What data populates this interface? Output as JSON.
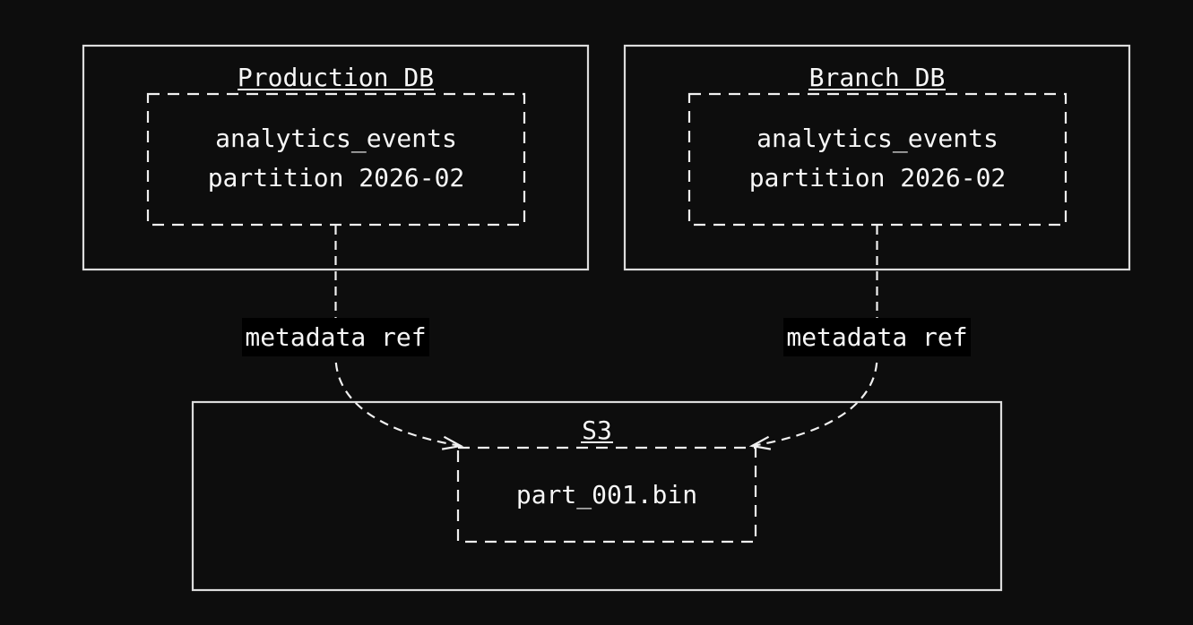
{
  "diagram": {
    "type": "flowchart",
    "colors": {
      "background": "#0d0d0d",
      "subgraph_stroke": "#dcdcdc",
      "node_stroke": "#f0f0f0",
      "text": "#f7f7f7",
      "edge_label_background": "#000000"
    },
    "subgraphs": [
      {
        "title": "Production DB",
        "node": {
          "lines": [
            "analytics_events",
            "partition 2026-02"
          ]
        }
      },
      {
        "title": "Branch DB",
        "node": {
          "lines": [
            "analytics_events",
            "partition 2026-02"
          ]
        }
      },
      {
        "title": "S3",
        "node": {
          "lines": [
            "part_001.bin"
          ]
        }
      }
    ],
    "edges": [
      {
        "from": "Production DB / analytics_events partition 2026-02",
        "to": "S3 / part_001.bin",
        "label": "metadata ref",
        "style": "dashed, open arrowhead"
      },
      {
        "from": "Branch DB / analytics_events partition 2026-02",
        "to": "S3 / part_001.bin",
        "label": "metadata ref",
        "style": "dashed, open arrowhead"
      }
    ]
  }
}
